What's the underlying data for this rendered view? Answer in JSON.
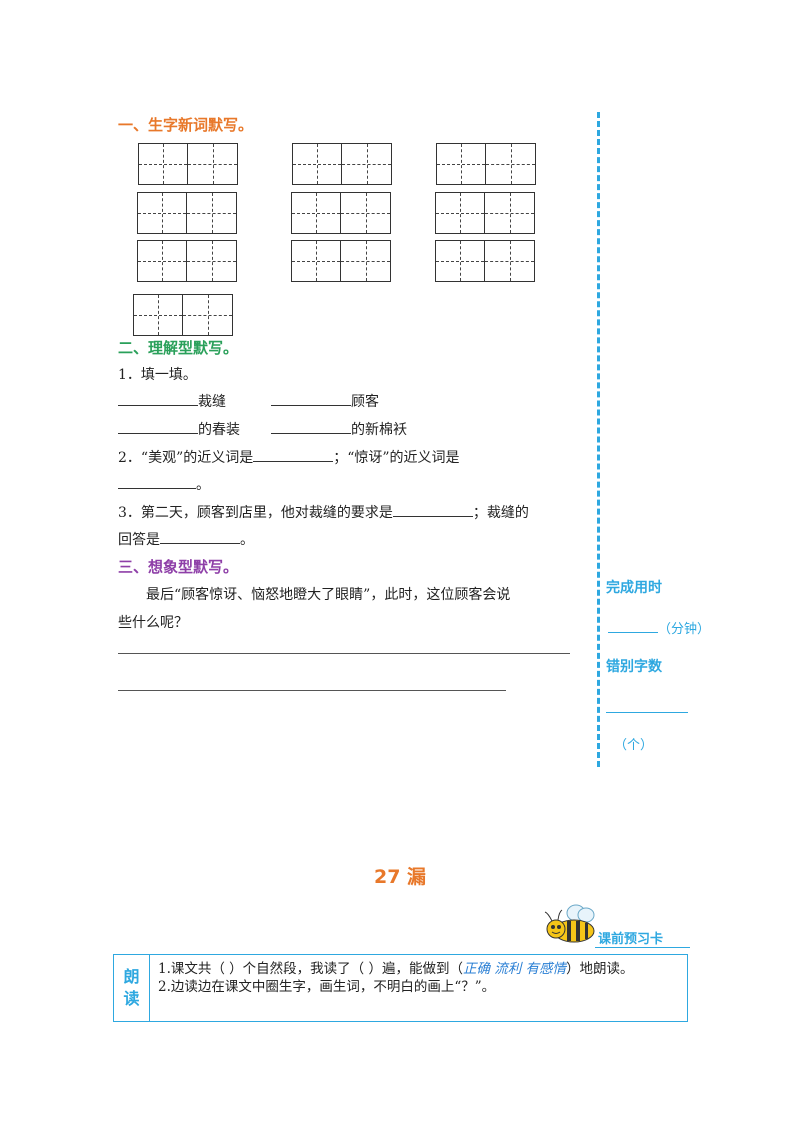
{
  "sections": {
    "s1_title": "一、生字新词默写。",
    "s2_title": "二、理解型默写。",
    "s3_title": "三、想象型默写。"
  },
  "q1": {
    "label": "1．填一填。",
    "w1": "裁缝",
    "w2": "顾客",
    "w3": "的春装",
    "w4": "的新棉袄"
  },
  "q2": {
    "part1": "2．“美观”的近义词是",
    "part2": "；“惊讶”的近义词是",
    "end": "。"
  },
  "q3": {
    "part1": "3．第二天，顾客到店里，他对裁缝的要求是",
    "part2": "；裁缝的",
    "part3": "回答是",
    "end": "。"
  },
  "imagine": {
    "line1": "最后“顾客惊讶、恼怒地瞪大了眼睛”，此时，这位顾客会说",
    "line2": "些什么呢？"
  },
  "sidebar": {
    "time_label": "完成用时",
    "time_unit": "（分钟）",
    "error_label": "错别字数",
    "error_unit": "（个）"
  },
  "lesson": {
    "title": "27  漏",
    "preview_tag": "课前预习卡"
  },
  "reading": {
    "label_1": "朗",
    "label_2": "读",
    "item1_a": "1.课文共（    ）个自然段，我读了（    ）遍，能做到（",
    "item1_options": "正确  流利  有感情",
    "item1_b": "）地朗读。",
    "item2": "2.边读边在课文中圈生字，画生词，不明白的画上“？”。"
  },
  "colors": {
    "orange": "#e8782a",
    "green": "#2aa05a",
    "purple": "#8e3fa8",
    "blue": "#2ea8e0"
  }
}
